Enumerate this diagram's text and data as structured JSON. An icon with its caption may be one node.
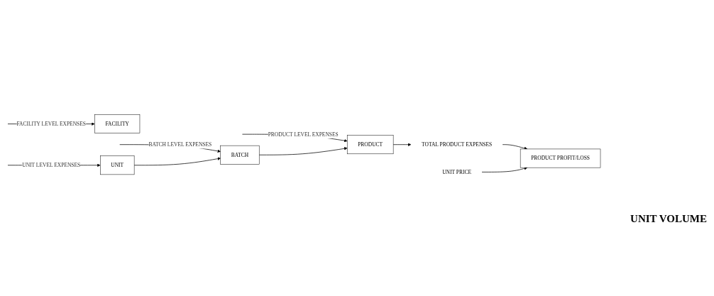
{
  "diagram": {
    "nodes": [
      {
        "text": [
          "FACILITY"
        ]
      },
      {
        "text": [
          "PRODUCT"
        ]
      },
      {
        "text": [
          "BATCH"
        ]
      },
      {
        "text": [
          "UNIT"
        ]
      },
      {
        "text": [
          "TOTAL PRODUCT EXPENSES"
        ]
      },
      {
        "text": [
          "PRODUCT PROFIT/LOSS"
        ]
      },
      {
        "text": [
          "UNIT PRICE"
        ]
      }
    ],
    "edges": [
      {
        "from": null,
        "to": 0,
        "arrow": "to",
        "label": "FACILITY LEVEL EXPENSES"
      },
      {
        "from": null,
        "to": 1,
        "arrow": "to",
        "label": "PRODUCT LEVEL EXPENSES"
      },
      {
        "from": null,
        "to": 2,
        "arrow": "to",
        "label": "BATCH LEVEL EXPENSES"
      },
      {
        "from": null,
        "to": 3,
        "arrow": "to",
        "label": "UNIT LEVEL EXPENSES"
      },
      {
        "from": 3,
        "to": 2,
        "arrow": "to"
      },
      {
        "from": 2,
        "to": 1,
        "arrow": "to"
      },
      {
        "from": 1,
        "to": 4,
        "arrow": "to"
      },
      {
        "from": 4,
        "to": 5,
        "arrow": "to"
      },
      {
        "from": 6,
        "to": 5,
        "arrow": "to"
      }
    ],
    "labels": [
      "UNIT VOLUME"
    ]
  }
}
